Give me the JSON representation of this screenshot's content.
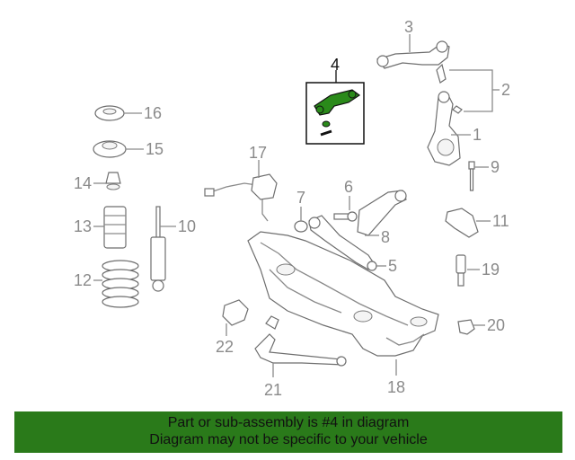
{
  "callouts": {
    "c1": "1",
    "c2": "2",
    "c3": "3",
    "c4": "4",
    "c5": "5",
    "c6": "6",
    "c7": "7",
    "c8": "8",
    "c9": "9",
    "c10": "10",
    "c11": "11",
    "c12": "12",
    "c13": "13",
    "c14": "14",
    "c15": "15",
    "c16": "16",
    "c17": "17",
    "c18": "18",
    "c19": "19",
    "c20": "20",
    "c21": "21",
    "c22": "22"
  },
  "highlight": {
    "callout": "4",
    "color": "#2a8a1a"
  },
  "banner": {
    "line1": "Part or sub-assembly is #4 in diagram",
    "line2": "Diagram may not be specific to your vehicle",
    "background": "#2a7a1a"
  }
}
